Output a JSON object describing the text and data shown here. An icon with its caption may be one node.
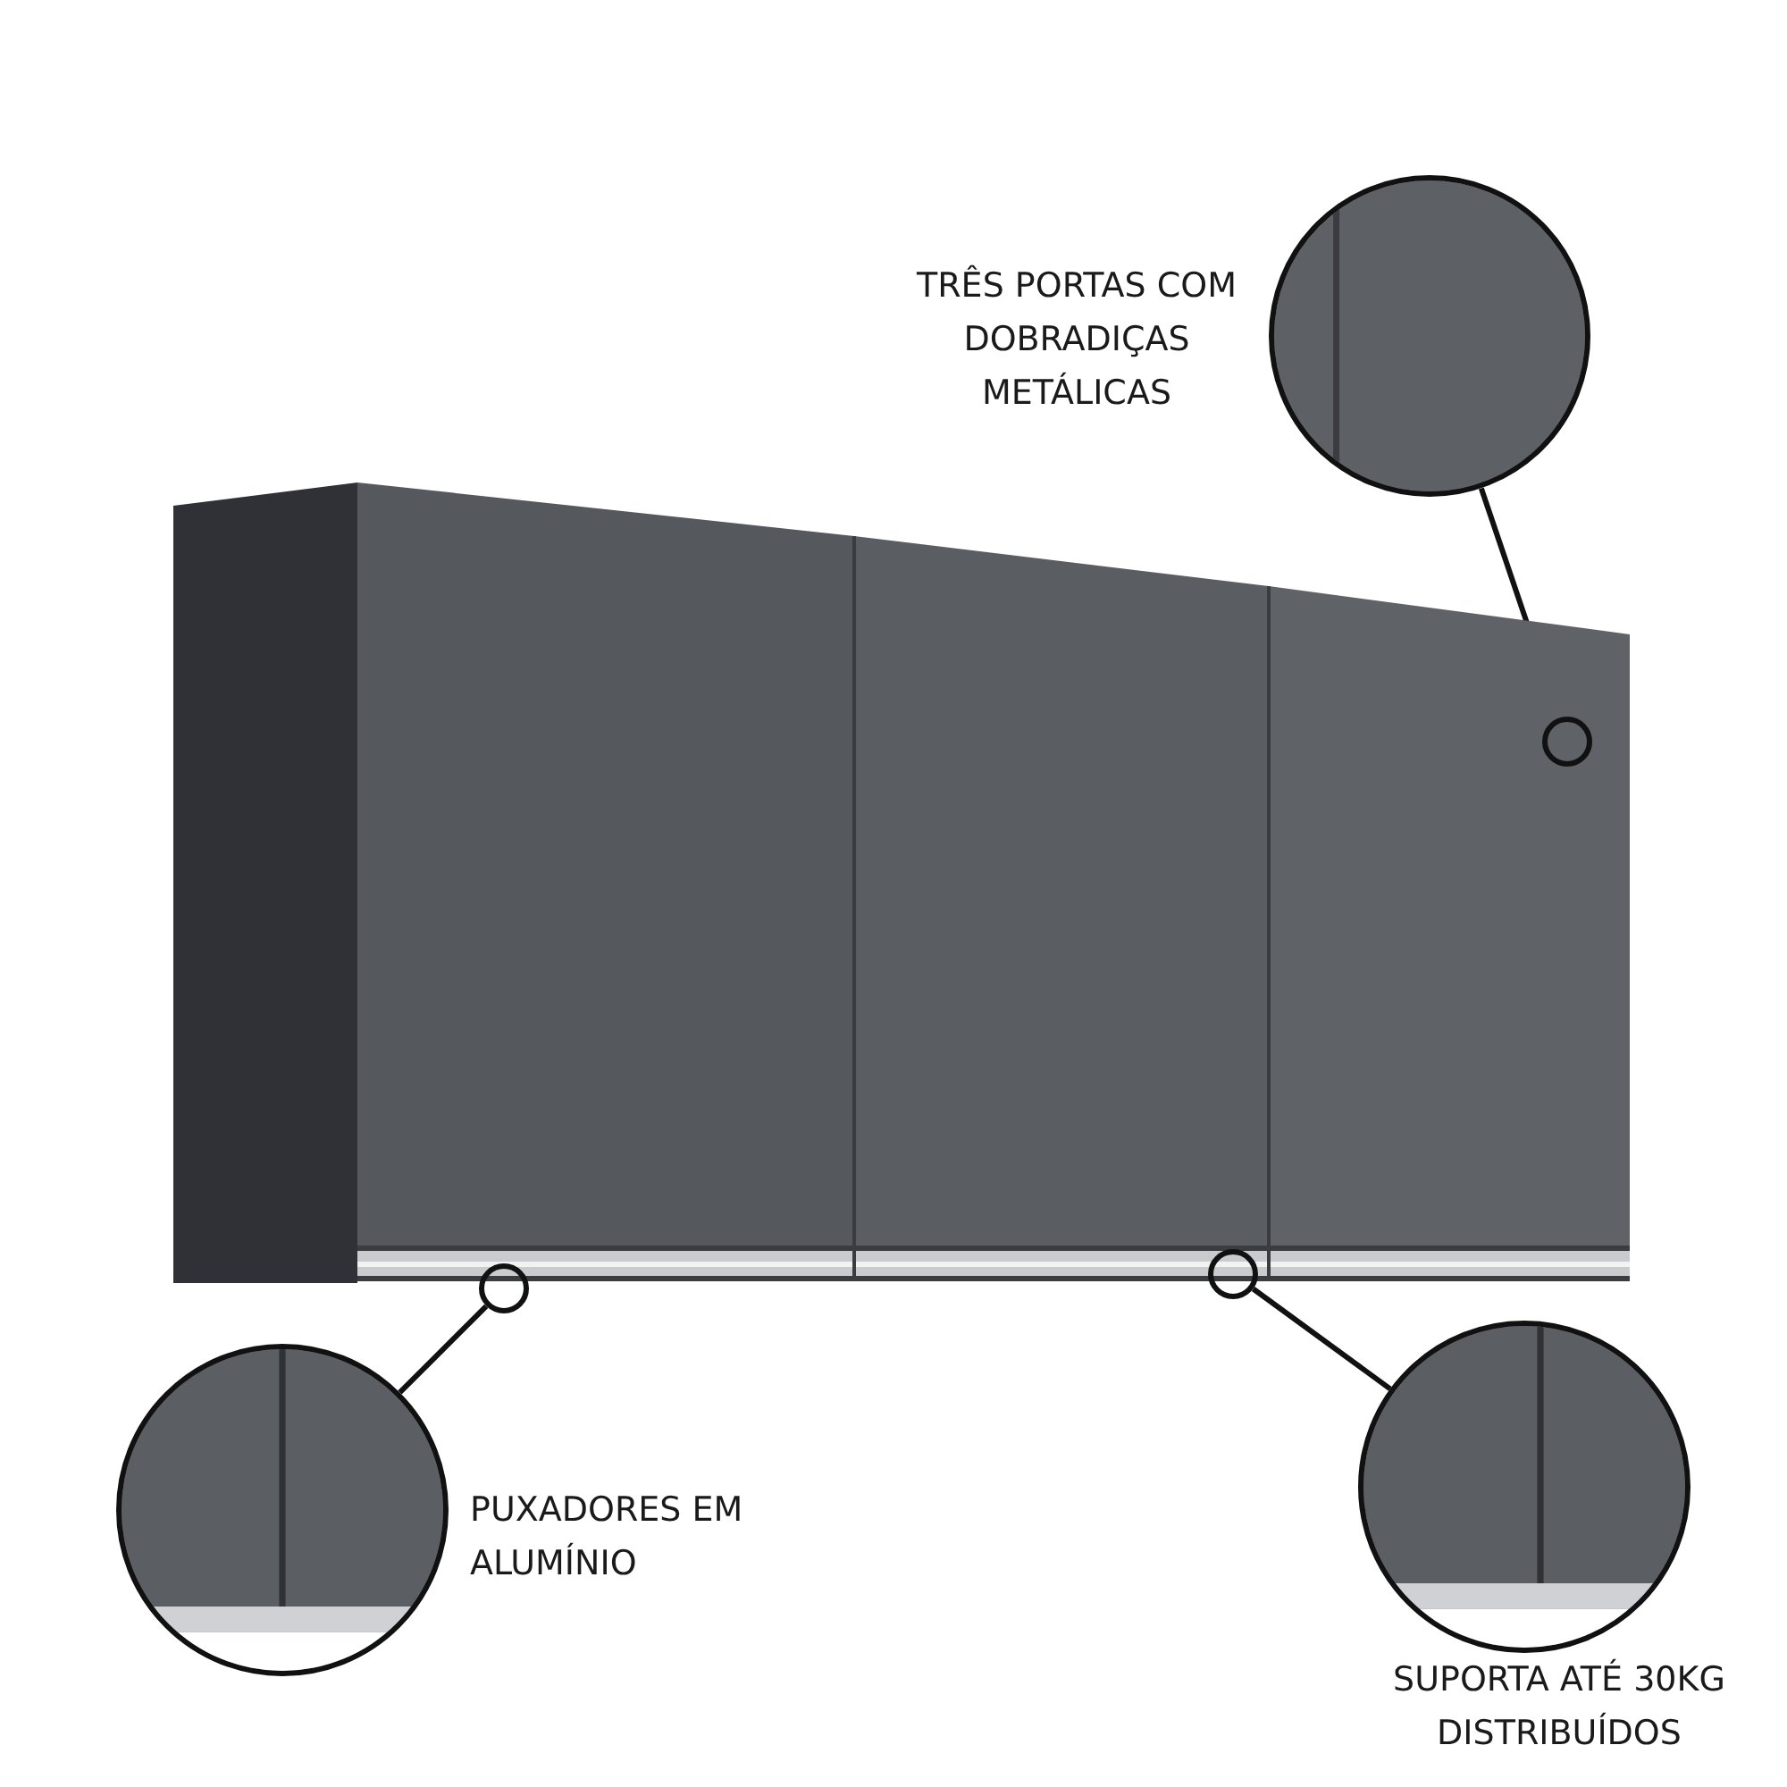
{
  "diagram": {
    "nodes": [
      {
        "text": [],
        "shape": "picture",
        "beside": [
          "TRÊS PORTAS COM DOBRADIÇAS METÁLICAS"
        ]
      },
      {
        "text": [],
        "shape": "picture"
      },
      {
        "text": [],
        "shape": "circle",
        "in": 1
      },
      {
        "text": [],
        "shape": "circle"
      },
      {
        "text": [],
        "shape": "circle"
      },
      {
        "text": [],
        "shape": "picture",
        "beside": [
          "PUXADORES EM ALUMÍNIO"
        ]
      },
      {
        "text": [],
        "shape": "picture",
        "beside": [
          "SUPORTA ATÉ 30KG DISTRIBUÍDOS"
        ]
      }
    ],
    "edges": [
      {
        "from": 0,
        "to": 2,
        "arrow": "none"
      },
      {
        "from": 5,
        "to": 3,
        "arrow": "none"
      },
      {
        "from": 6,
        "to": 4,
        "arrow": "none"
      }
    ]
  }
}
